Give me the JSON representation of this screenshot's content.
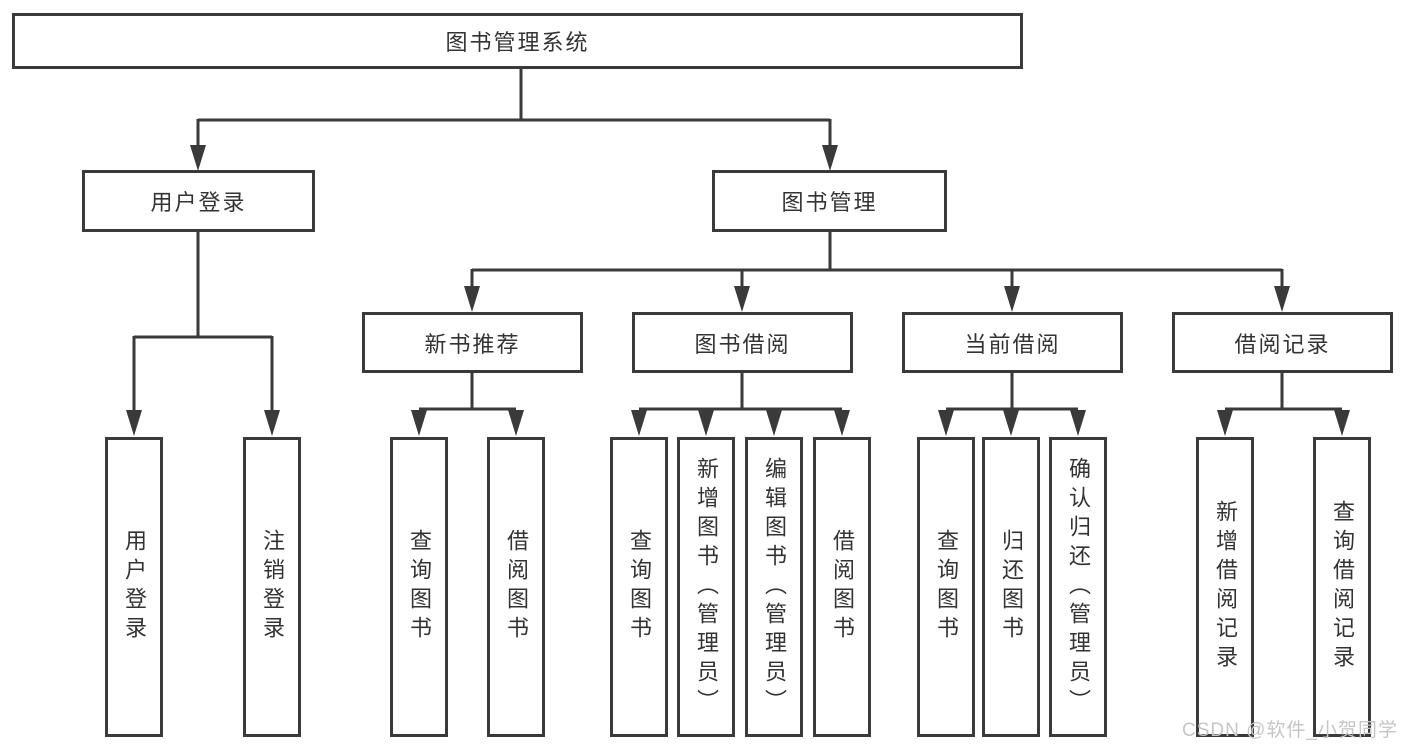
{
  "tree": {
    "label": "图书管理系统",
    "children": [
      {
        "label": "用户登录",
        "children": [
          {
            "label": "用户登录"
          },
          {
            "label": "注销登录"
          }
        ]
      },
      {
        "label": "图书管理",
        "children": [
          {
            "label": "新书推荐",
            "children": [
              {
                "label": "查询图书"
              },
              {
                "label": "借阅图书"
              }
            ]
          },
          {
            "label": "图书借阅",
            "children": [
              {
                "label": "查询图书"
              },
              {
                "label": "新增图书（管理员）"
              },
              {
                "label": "编辑图书（管理员）"
              },
              {
                "label": "借阅图书"
              }
            ]
          },
          {
            "label": "当前借阅",
            "children": [
              {
                "label": "查询图书"
              },
              {
                "label": "归还图书"
              },
              {
                "label": "确认归还（管理员）"
              }
            ]
          },
          {
            "label": "借阅记录",
            "children": [
              {
                "label": "新增借阅记录"
              },
              {
                "label": "查询借阅记录"
              }
            ]
          }
        ]
      }
    ]
  },
  "watermark": {
    "text": "CSDN @软件_小贺同学"
  },
  "colors": {
    "line": "#3a3a3a",
    "text": "#333333",
    "background": "#ffffff",
    "watermark": "#c6c6c6"
  }
}
